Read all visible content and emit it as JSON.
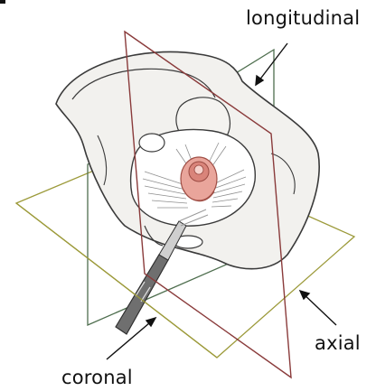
{
  "labels": {
    "longitudinal": "longitudinal",
    "axial": "axial",
    "coronal": "coronal"
  },
  "colors": {
    "longitudinal_plane": "#8a3b3b",
    "coronal_plane": "#4e6e4e",
    "axial_plane": "#9c9a3a",
    "outline": "#3a3a3a",
    "bone_fill": "#f2f1ee",
    "muscle_fiber": "#8f8f8f",
    "rectum": "#d9847a",
    "probe": "#777777"
  },
  "icons": [
    "pelvis-illustration",
    "ultrasound-probe-icon",
    "arrow-icon"
  ]
}
